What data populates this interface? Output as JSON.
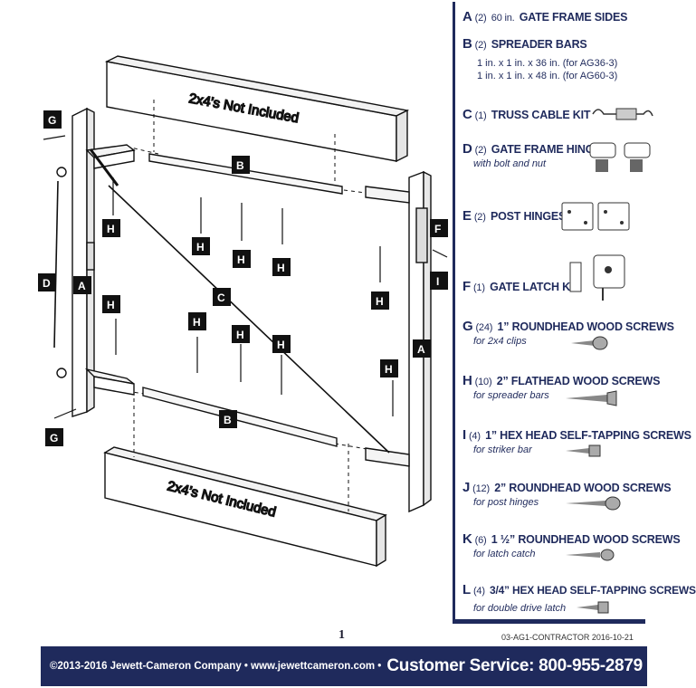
{
  "diagram": {
    "callouts": {
      "g_top": "G",
      "b_top": "B",
      "h1": "H",
      "h2": "H",
      "h3": "H",
      "h4": "H",
      "h5": "H",
      "f": "F",
      "i": "I",
      "d": "D",
      "a_left": "A",
      "c": "C",
      "h6": "H",
      "h7": "H",
      "h8": "H",
      "h9": "H",
      "h10": "H",
      "a_right": "A",
      "b_bottom": "B",
      "g_bottom": "G"
    },
    "wood_top": "2x4’s Not Included",
    "wood_bottom": "2x4’s Not Included"
  },
  "parts": [
    {
      "letter": "A",
      "qty": "(2)",
      "pre": "60 in.",
      "name": "GATE FRAME SIDES"
    },
    {
      "letter": "B",
      "qty": "(2)",
      "name": "SPREADER BARS",
      "specs": [
        "1 in. x 1 in. x 36 in. (for AG36-3)",
        "1 in. x 1 in. x 48 in. (for AG60-3)"
      ]
    },
    {
      "letter": "C",
      "qty": "(1)",
      "name": "TRUSS CABLE KIT"
    },
    {
      "letter": "D",
      "qty": "(2)",
      "name": "GATE FRAME HINGES",
      "sub": "with bolt and nut"
    },
    {
      "letter": "E",
      "qty": "(2)",
      "name": "POST HINGES"
    },
    {
      "letter": "F",
      "qty": "(1)",
      "name": "GATE LATCH KIT"
    },
    {
      "letter": "G",
      "qty": "(24)",
      "name": "1” ROUNDHEAD WOOD SCREWS",
      "sub": "for 2x4 clips"
    },
    {
      "letter": "H",
      "qty": "(10)",
      "name": "2” FLATHEAD WOOD SCREWS",
      "sub": "for spreader bars"
    },
    {
      "letter": "I",
      "qty": "(4)",
      "name": "1” HEX HEAD SELF-TAPPING SCREWS",
      "sub": "for striker bar"
    },
    {
      "letter": "J",
      "qty": "(12)",
      "name": "2” ROUNDHEAD WOOD SCREWS",
      "sub": "for post hinges"
    },
    {
      "letter": "K",
      "qty": "(6)",
      "name": "1 ½” ROUNDHEAD WOOD SCREWS",
      "sub": "for latch catch"
    },
    {
      "letter": "L",
      "qty": "(4)",
      "name": "3/4” HEX HEAD SELF-TAPPING SCREWS",
      "sub": "for double drive latch"
    }
  ],
  "page_number": "1",
  "doc_code": "03-AG1-CONTRACTOR    2016-10-21",
  "footer": {
    "copyright": "©2013-2016 Jewett-Cameron Company • www.jewettcameron.com •",
    "customer_service": "Customer Service: 800-955-2879"
  },
  "colors": {
    "brand_navy": "#1f2a5c",
    "callout_black": "#111111"
  }
}
